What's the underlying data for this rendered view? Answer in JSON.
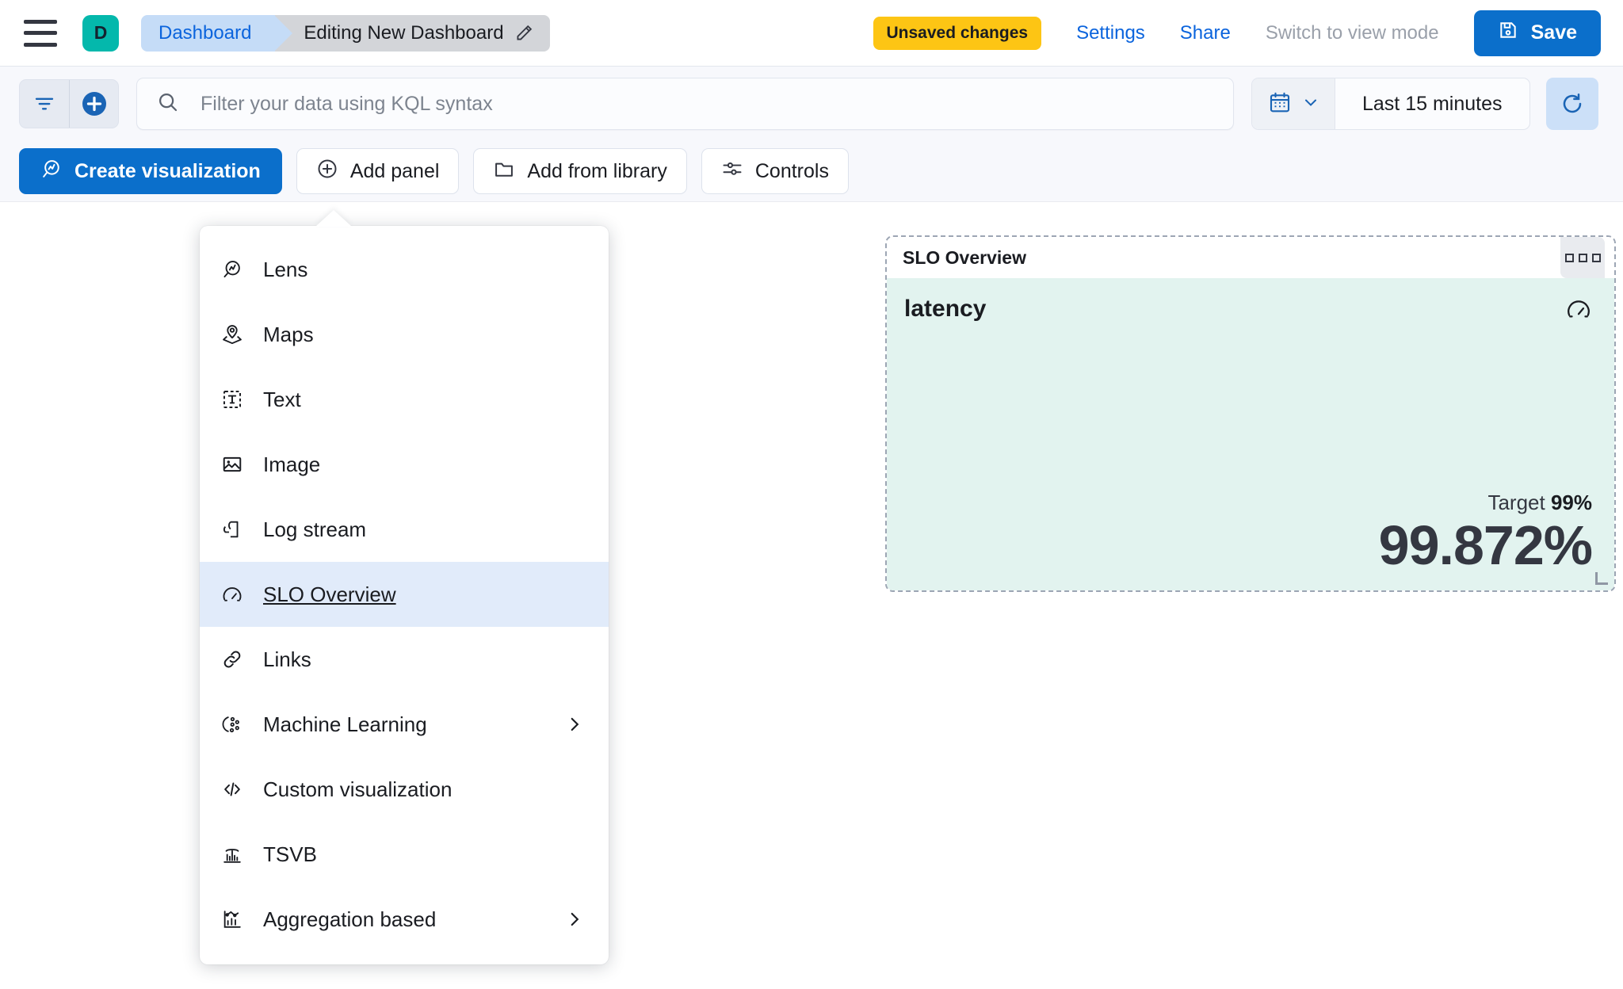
{
  "header": {
    "menu_icon": "hamburger-menu-icon",
    "avatar_initial": "D",
    "avatar_color": "#04B8AC",
    "breadcrumbs": [
      {
        "label": "Dashboard",
        "color": "#0B64DD",
        "bg": "#C5DCF7"
      },
      {
        "label": "Editing New Dashboard",
        "color": "#1A1C21",
        "bg": "#D3D5D9",
        "edit_icon": "pencil-icon"
      }
    ],
    "unsaved_badge": "Unsaved changes",
    "unsaved_badge_color": "#FDC514",
    "settings_link": "Settings",
    "share_link": "Share",
    "view_mode_link": "Switch to view mode",
    "save_label": "Save",
    "save_color": "#0B6FCB"
  },
  "querybar": {
    "filter_icon": "filter-icon",
    "add_filter_icon": "plus-circle-icon",
    "search_placeholder": "Filter your data using KQL syntax",
    "search_value": "",
    "search_icon": "search-icon",
    "calendar_icon": "calendar-icon",
    "time_range": "Last 15 minutes",
    "refresh_icon": "refresh-icon"
  },
  "toolbar": {
    "create_visualization": "Create visualization",
    "add_panel": "Add panel",
    "add_from_library": "Add from library",
    "controls": "Controls"
  },
  "popover": {
    "items": [
      {
        "label": "Lens",
        "icon": "lens-icon",
        "active": false,
        "submenu": false
      },
      {
        "label": "Maps",
        "icon": "maps-icon",
        "active": false,
        "submenu": false
      },
      {
        "label": "Text",
        "icon": "text-icon",
        "active": false,
        "submenu": false
      },
      {
        "label": "Image",
        "icon": "image-icon",
        "active": false,
        "submenu": false
      },
      {
        "label": "Log stream",
        "icon": "log-stream-icon",
        "active": false,
        "submenu": false
      },
      {
        "label": "SLO Overview",
        "icon": "gauge-icon",
        "active": true,
        "submenu": false
      },
      {
        "label": "Links",
        "icon": "link-icon",
        "active": false,
        "submenu": false
      },
      {
        "label": "Machine Learning",
        "icon": "machine-learning-icon",
        "active": false,
        "submenu": true
      },
      {
        "label": "Custom visualization",
        "icon": "code-icon",
        "active": false,
        "submenu": false
      },
      {
        "label": "TSVB",
        "icon": "tsvb-icon",
        "active": false,
        "submenu": false
      },
      {
        "label": "Aggregation based",
        "icon": "aggregation-icon",
        "active": false,
        "submenu": true
      }
    ]
  },
  "panel": {
    "title": "SLO Overview",
    "context_menu_icon": "panel-context-menu-icon",
    "slo_name": "latency",
    "gauge_icon": "gauge-icon",
    "target_label": "Target",
    "target_value": "99%",
    "value": "99.872%",
    "background": "#E2F3EF"
  }
}
